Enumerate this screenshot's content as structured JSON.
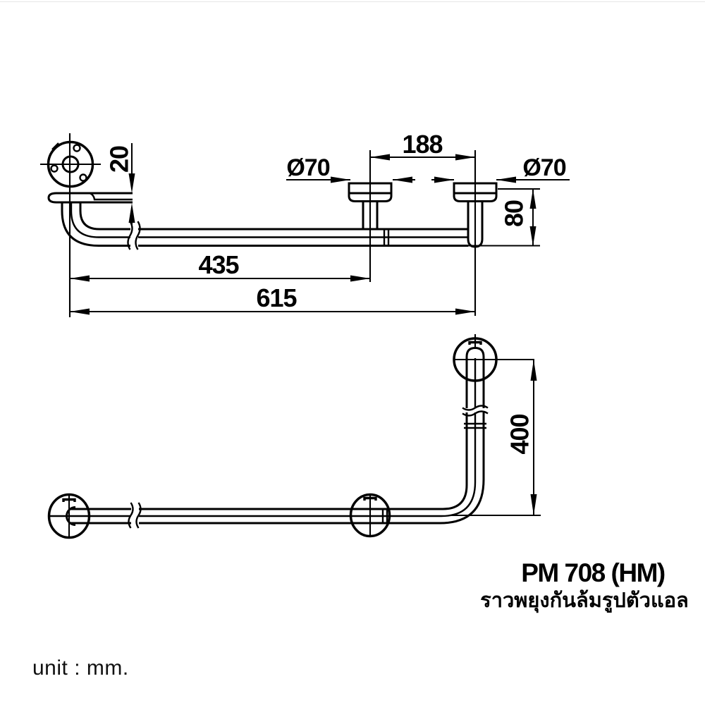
{
  "product": {
    "model": "PM 708 (HM)",
    "name_th": "ราวพยุงกันล้มรูปตัวแอล"
  },
  "note": {
    "unit": "unit : mm."
  },
  "dims": {
    "plate_thickness": "20",
    "flange_dia_mid": "Ø70",
    "flange_spacing": "188",
    "flange_dia_end": "Ø70",
    "wall_offset": "80",
    "length_to_mid": "435",
    "length_total": "615",
    "height": "400"
  }
}
